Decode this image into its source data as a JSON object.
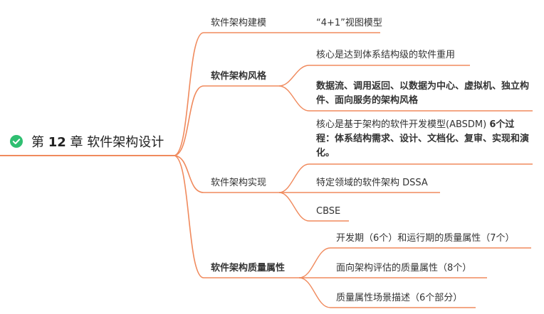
{
  "colors": {
    "branch_line": "#f08a5d",
    "check_icon": "#2fbf71",
    "text": "#333333"
  },
  "root": {
    "prefix": "第 ",
    "chapter_number": "12",
    "suffix": " 章 软件架构设计"
  },
  "branches": [
    {
      "label": "软件架构建模",
      "children": [
        {
          "text": "“4+1”视图模型"
        }
      ]
    },
    {
      "label": "软件架构风格",
      "children": [
        {
          "text": "核心是达到体系结构级的软件重用"
        },
        {
          "text": "数据流、调用返回、以数据为中心、虚拟机、独立构件、面向服务的架构风格"
        }
      ]
    },
    {
      "label": "软件架构实现",
      "children": [
        {
          "text_plain": "核心是基于架构的软件开发模型(ABSDM) ",
          "text_bold": "6个过程：体系结构需求、设计、文档化、复审、实现和演化。"
        },
        {
          "text": "特定领域的软件架构 DSSA"
        },
        {
          "text": "CBSE"
        }
      ]
    },
    {
      "label": "软件架构质量属性",
      "children": [
        {
          "text": "开发期（6个）和运行期的质量属性（7个）"
        },
        {
          "text": "面向架构评估的质量属性（8个）"
        },
        {
          "text": "质量属性场景描述（6个部分）"
        }
      ]
    }
  ]
}
